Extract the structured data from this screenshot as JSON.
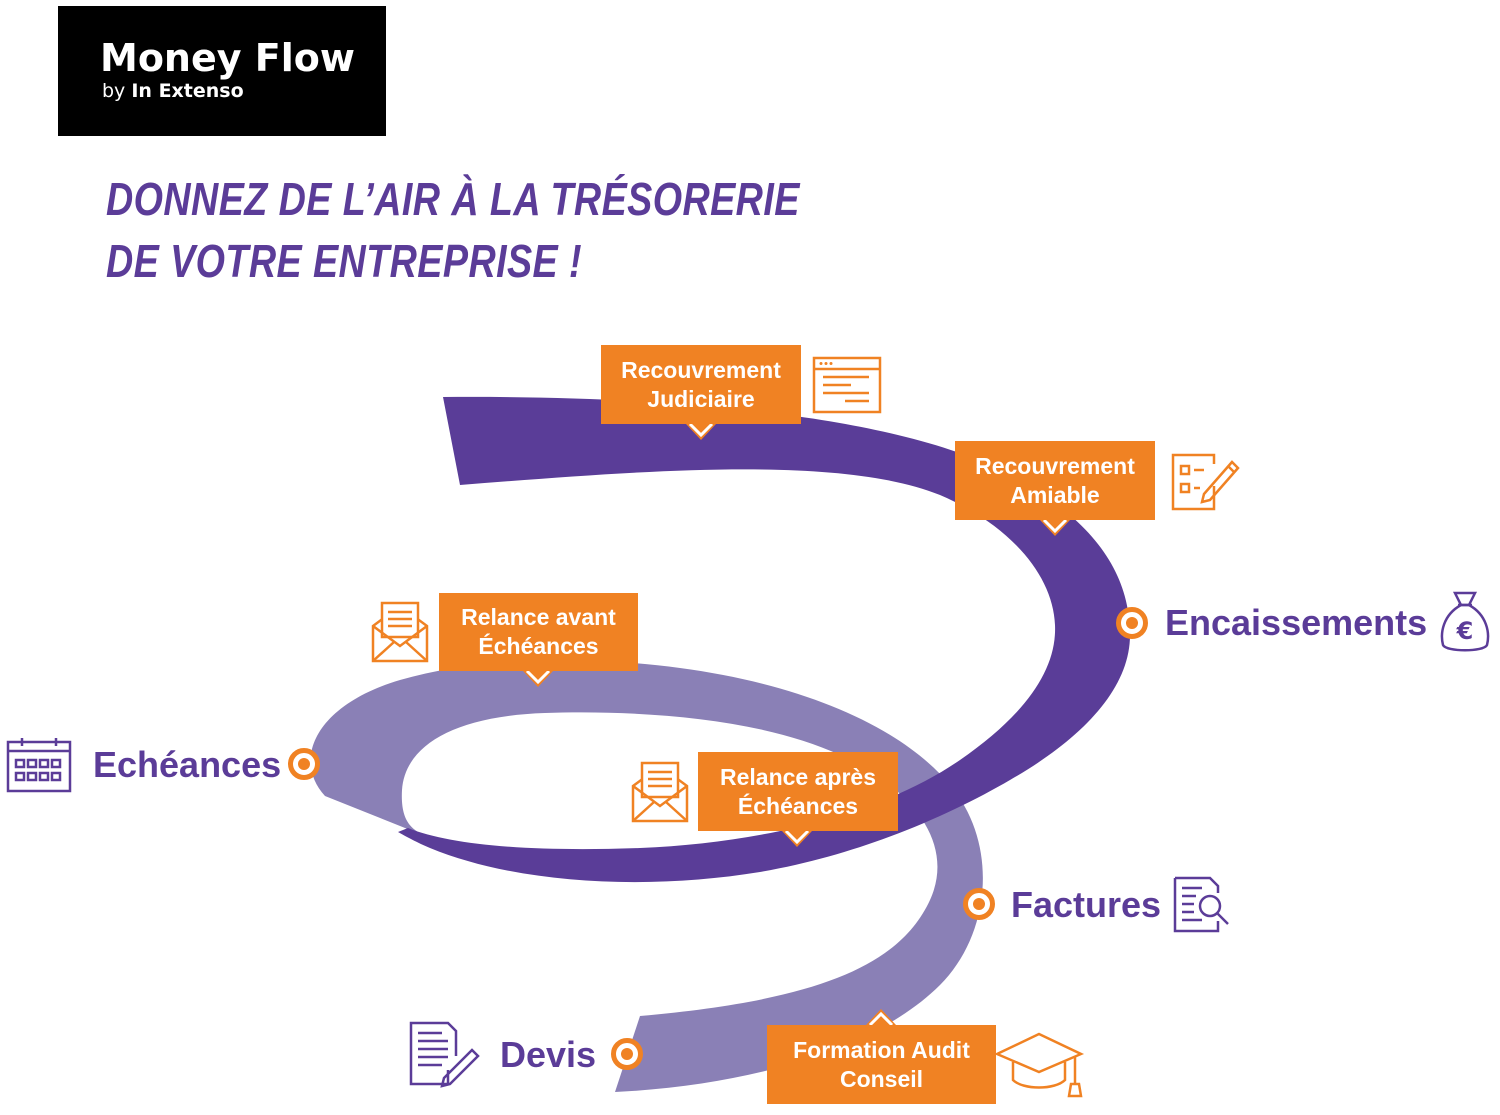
{
  "logo": {
    "title": "Money Flow",
    "sub_prefix": "by",
    "sub_brand": "In Extenso"
  },
  "headline": {
    "line1": "DONNEZ DE L’AIR À LA TRÉSORERIE",
    "line2": "DE VOTRE ENTREPRISE !"
  },
  "boxes": {
    "recouvrement_judiciaire": {
      "line1": "Recouvrement",
      "line2": "Judiciaire"
    },
    "recouvrement_amiable": {
      "line1": "Recouvrement",
      "line2": "Amiable"
    },
    "relance_avant": {
      "line1": "Relance avant",
      "line2": "Échéances"
    },
    "relance_apres": {
      "line1": "Relance après",
      "line2": "Échéances"
    },
    "formation": {
      "line1": "Formation Audit",
      "line2": "Conseil"
    }
  },
  "stages": {
    "encaissements": "Encaissements",
    "echeances": "Echéances",
    "factures": "Factures",
    "devis": "Devis"
  },
  "icons": {
    "recouvrement_judiciaire": "browser-window-icon",
    "recouvrement_amiable": "checklist-pencil-icon",
    "encaissements": "money-bag-euro-icon",
    "relance_avant": "envelope-letter-icon",
    "echeances": "calendar-icon",
    "relance_apres": "envelope-letter-icon",
    "factures": "document-magnifier-icon",
    "devis": "document-pencil-icon",
    "formation": "graduation-cap-icon"
  },
  "colors": {
    "purple_dark": "#5b3c98",
    "purple_light": "#8a80b6",
    "orange": "#f08223",
    "black": "#000000"
  }
}
